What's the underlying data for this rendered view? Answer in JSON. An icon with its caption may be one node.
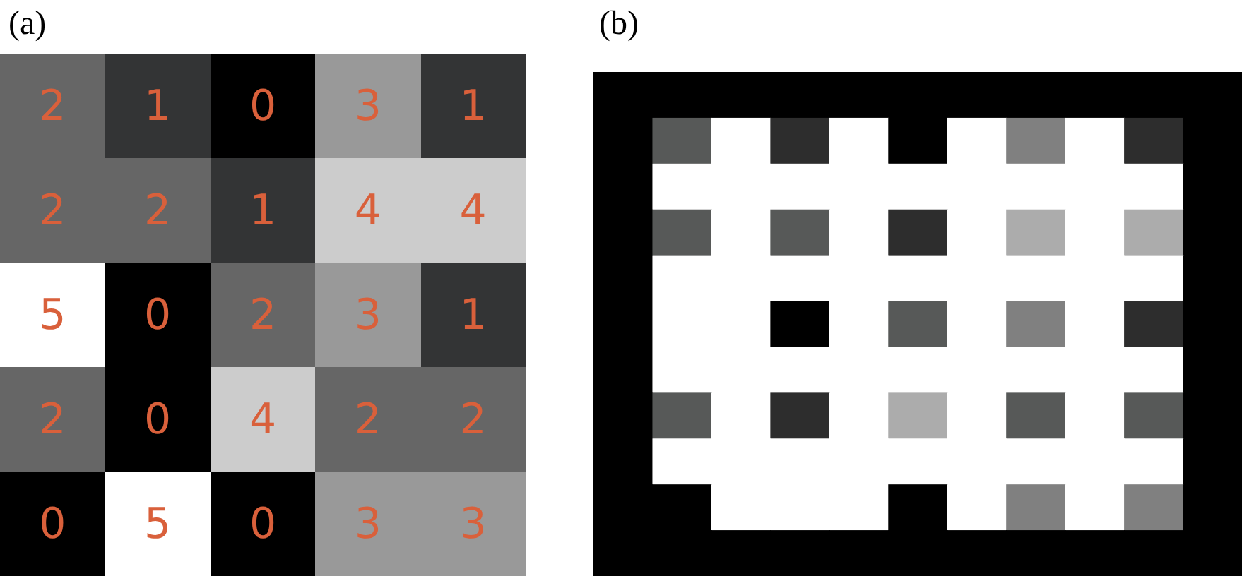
{
  "diagram": {
    "labels": [
      "(a)",
      "(b)",
      "2",
      "1",
      "0",
      "3",
      "1",
      "2",
      "2",
      "1",
      "4",
      "4",
      "5",
      "0",
      "2",
      "3",
      "1",
      "2",
      "0",
      "4",
      "2",
      "2",
      "0",
      "5",
      "0",
      "3",
      "3"
    ]
  }
}
